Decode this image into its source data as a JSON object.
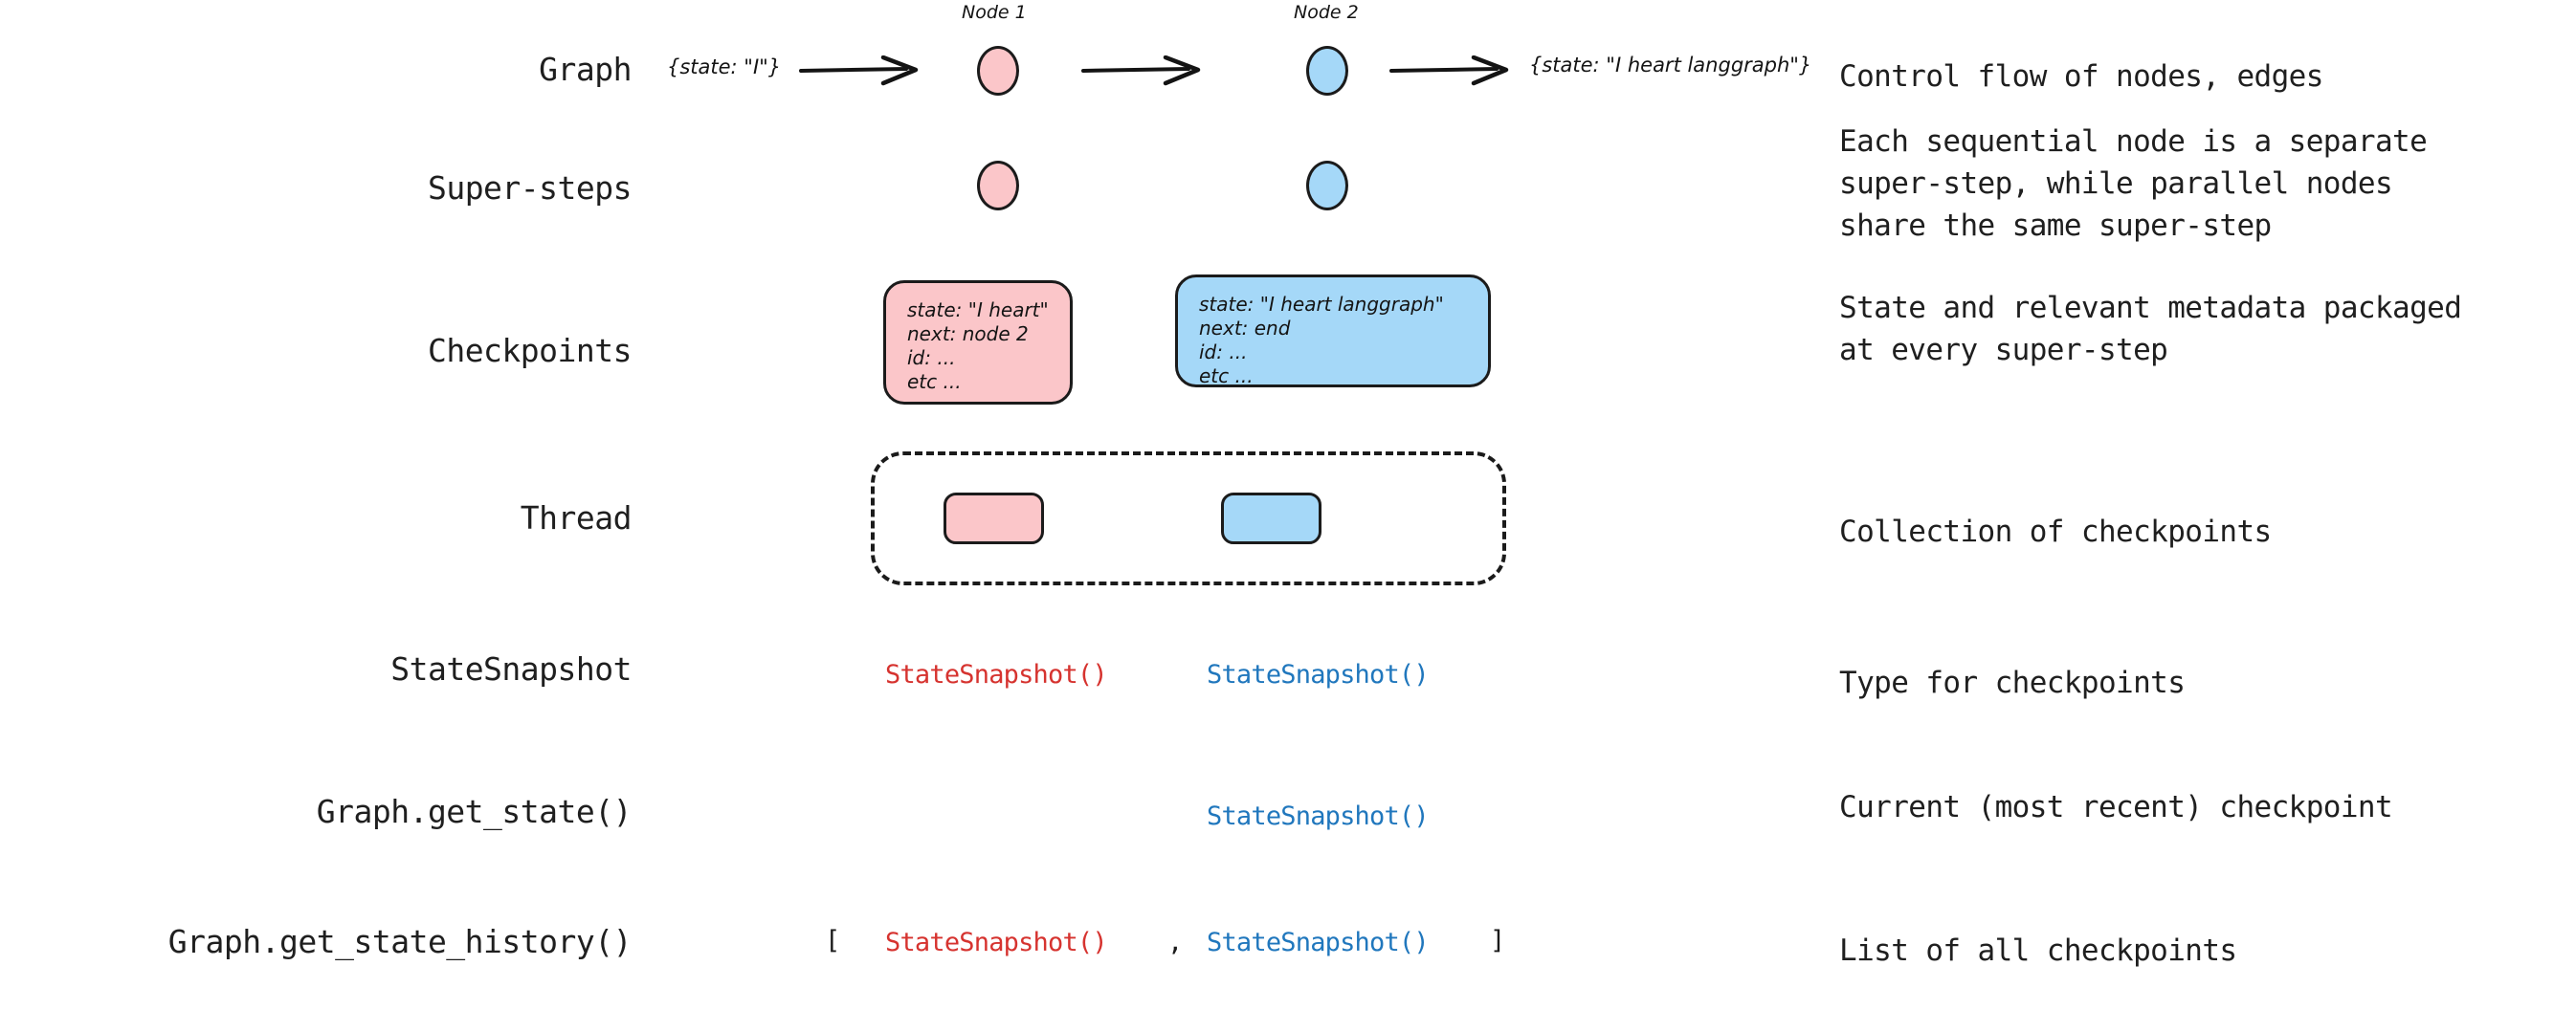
{
  "rows": [
    {
      "label": "Graph",
      "description": "Control flow of nodes, edges"
    },
    {
      "label": "Super-steps",
      "description": "Each sequential node is a separate\nsuper-step, while parallel nodes\nshare the same super-step"
    },
    {
      "label": "Checkpoints",
      "description": "State and relevant metadata packaged\nat every super-step"
    },
    {
      "label": "Thread",
      "description": "Collection of checkpoints"
    },
    {
      "label": "StateSnapshot",
      "description": "Type for checkpoints"
    },
    {
      "label": "Graph.get_state()",
      "description": "Current (most recent) checkpoint"
    },
    {
      "label": "Graph.get_state_history()",
      "description": "List of all checkpoints"
    }
  ],
  "graph_row": {
    "node1_caption": "Node 1",
    "node2_caption": "Node 2",
    "input_state": "{state: \"I\"}",
    "output_state": "{state: \"I heart langgraph\"}"
  },
  "checkpoints": [
    {
      "color": "pink",
      "lines": [
        "state: \"I heart\"",
        "next: node 2",
        "id: ...",
        "etc ..."
      ]
    },
    {
      "color": "blue",
      "lines": [
        "state: \"I heart langgraph\"",
        "next: end",
        "id: ...",
        "etc ..."
      ]
    }
  ],
  "snapshots": {
    "type_name": "StateSnapshot()",
    "bracket_open": "[",
    "bracket_close": "]",
    "separator": ","
  },
  "colors": {
    "pink_fill": "#fbc6c9",
    "blue_fill": "#a5d8f8",
    "stroke": "#1b1b1b",
    "red_text": "#d6332f",
    "blue_text": "#2077bd",
    "background": "#ffffff"
  }
}
